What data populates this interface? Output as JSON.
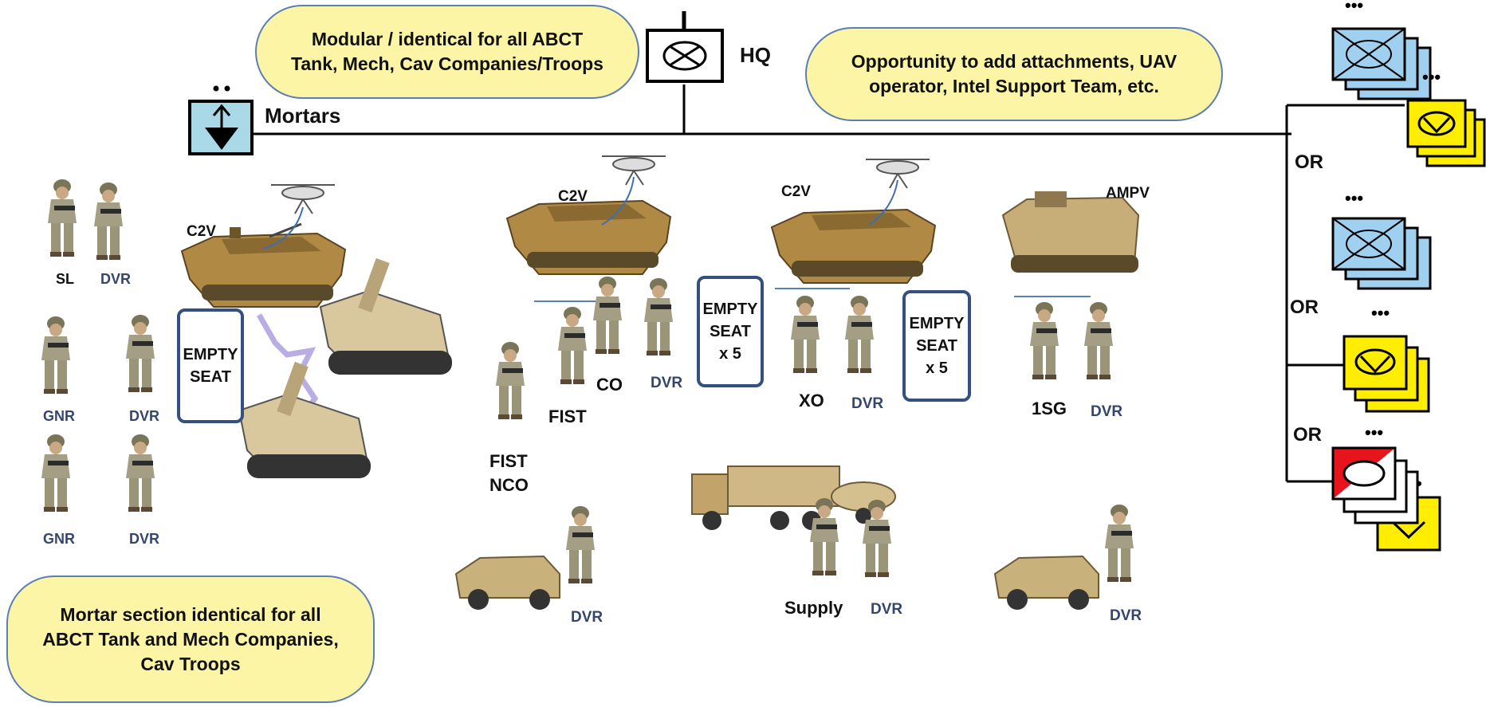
{
  "callouts": {
    "modular": "Modular / identical  for all ABCT\nTank, Mech, Cav Companies/Troops",
    "opportunity": "Opportunity to add attachments, UAV\noperator, Intel Support Team, etc.",
    "mortar_section": "Mortar section identical for all\nABCT Tank and Mech Companies,\nCav Troops"
  },
  "hq_label": "HQ",
  "mortars_label": "Mortars",
  "vehicle_labels": {
    "c2v": "C2V",
    "ampv": "AMPV"
  },
  "empty_seats": {
    "mortar": "EMPTY\nSEAT",
    "co": "EMPTY\nSEAT\nx 5",
    "xo": "EMPTY\nSEAT\nx 5"
  },
  "roles": {
    "sl": "SL",
    "dvr": "DVR",
    "gnr": "GNR",
    "co": "CO",
    "fist": "FIST",
    "fist_nco": "FIST\nNCO",
    "xo": "XO",
    "first_sergeant": "1SG",
    "supply": "Supply"
  },
  "options": {
    "or": "OR",
    "dots": "•••"
  },
  "colors": {
    "callout_fill": "#fdf5a6",
    "callout_border": "#5b7fb5",
    "infantry_blue": "#9fd0f0",
    "armor_yellow": "#ffee00",
    "recon_red": "#e8141c",
    "mortar_fill": "#a9d8e6",
    "seat_border": "#34507f",
    "vehicle_tan": "#b08a45"
  }
}
